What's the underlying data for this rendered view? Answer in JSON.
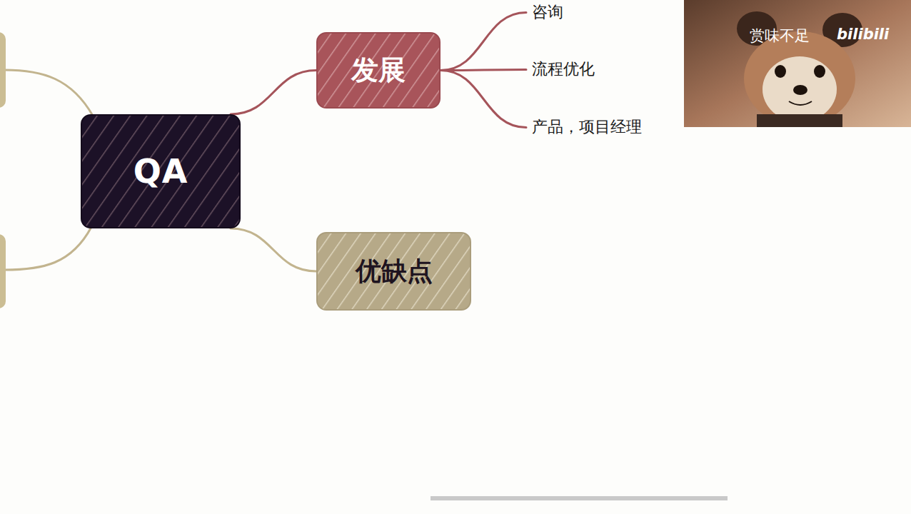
{
  "diagram": {
    "nodes": [
      {
        "text": [
          "QA"
        ]
      },
      {
        "text": [
          "发展"
        ]
      },
      {
        "text": [
          "咨询"
        ]
      },
      {
        "text": [
          "流程优化"
        ]
      },
      {
        "text": [
          "产品，项目经理"
        ]
      },
      {
        "text": [
          "优缺点"
        ]
      }
    ],
    "edges": [
      {
        "from": 0,
        "to": 1,
        "arrow": "none"
      },
      {
        "from": 1,
        "to": 2,
        "arrow": "none"
      },
      {
        "from": 1,
        "to": 3,
        "arrow": "none"
      },
      {
        "from": 1,
        "to": 4,
        "arrow": "none"
      },
      {
        "from": 0,
        "to": 5,
        "arrow": "none"
      }
    ],
    "labels": [
      "赏味不足",
      "bilibili"
    ]
  }
}
